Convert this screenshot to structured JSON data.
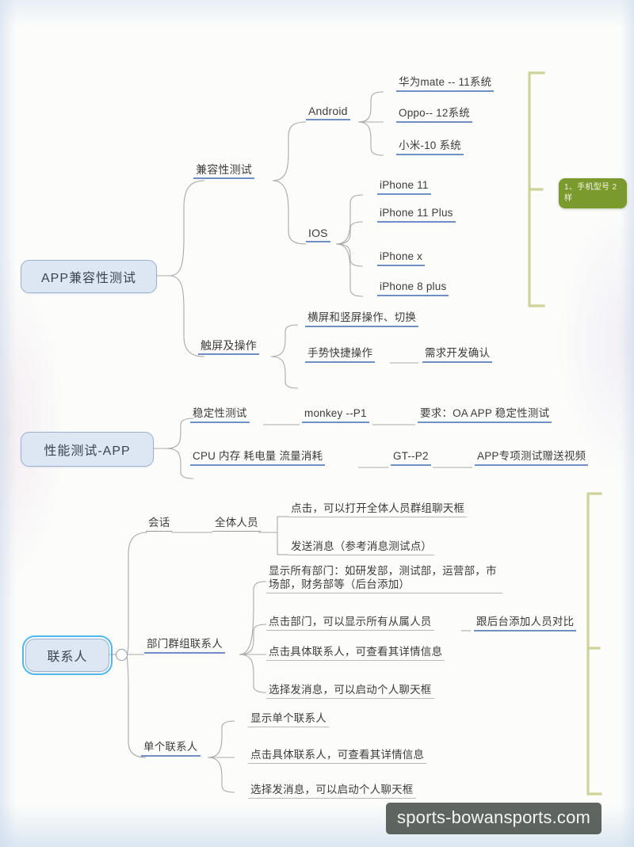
{
  "document": {
    "type": "mindmap",
    "watermark": "sports-bowansports.com"
  },
  "colors": {
    "node_underline": "#6f8fc4",
    "root_fill": "#dde7f3",
    "root_border": "#9bb1cc",
    "selection": "#4db8f0",
    "note_fill": "#7b9a2e",
    "bracket": "#cfd39a",
    "wire": "#a9a9a9",
    "text": "#3c3c3c"
  },
  "roots": [
    {
      "id": "r1",
      "label": "APP兼容性测试",
      "selected": false
    },
    {
      "id": "r2",
      "label": "性能测试-APP",
      "selected": false
    },
    {
      "id": "r3",
      "label": "联系人",
      "selected": true
    }
  ],
  "branch1": {
    "compat": {
      "label": "兼容性测试",
      "android": {
        "label": "Android",
        "devices": [
          "华为mate -- 11系统",
          "Oppo-- 12系统",
          "小米-10 系统"
        ]
      },
      "ios": {
        "label": "IOS",
        "devices": [
          "iPhone 11",
          "iPhone 11 Plus",
          "iPhone x",
          "iPhone 8 plus"
        ]
      }
    },
    "touch": {
      "label": "触屏及操作",
      "items": [
        {
          "label": "横屏和竖屏操作、切换",
          "child": null
        },
        {
          "label": "手势快捷操作",
          "child": "需求开发确认"
        }
      ]
    },
    "note": "1、手机型号 2样"
  },
  "branch2": {
    "rows": [
      {
        "label": "稳定性测试",
        "mid": "monkey --P1",
        "right": "要求：OA APP  稳定性测试"
      },
      {
        "label": "CPU  内存  耗电量  流量消耗",
        "mid": "GT--P2",
        "right": "APP专项测试赠送视频"
      }
    ]
  },
  "branch3": {
    "session": {
      "label": "会话",
      "all_staff": {
        "label": "全体人员",
        "items": [
          "点击，可以打开全体人员群组聊天框",
          "发送消息（参考消息测试点）"
        ]
      }
    },
    "department": {
      "label": "部门群组联系人",
      "items": [
        {
          "label": "显示所有部门：如研发部，测试部，运营部，市场部，财务部等（后台添加）",
          "child": null
        },
        {
          "label": "点击部门，可以显示所有从属人员",
          "child": "跟后台添加人员对比"
        },
        {
          "label": "点击具体联系人，可查看其详情信息",
          "child": null
        },
        {
          "label": "选择发消息，可以启动个人聊天框",
          "child": null
        }
      ]
    },
    "single": {
      "label": "单个联系人",
      "items": [
        "显示单个联系人",
        "点击具体联系人，可查看其详情信息",
        "选择发消息，可以启动个人聊天框"
      ]
    }
  }
}
